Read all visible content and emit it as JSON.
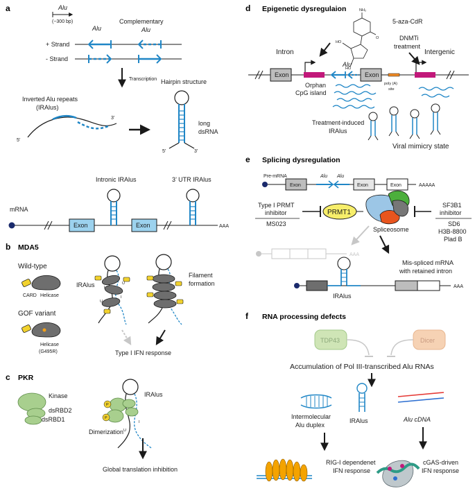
{
  "colors": {
    "alu_blue": "#1f86c6",
    "exon_blue": "#9cd2ee",
    "magenta": "#c2187a",
    "mda5_gray": "#6e6e6e",
    "card_yellow": "#f2d22e",
    "pkr_green": "#a8cf8e",
    "prmt1_yellow": "#f7ee6a",
    "tdp43_green": "#cfe5b6",
    "dicer_peach": "#f6d2b4",
    "rigi_orange": "#f4a300",
    "cgas_teal": "#2e9b86"
  },
  "panel_a": {
    "letter": "a",
    "alu_label": "Alu",
    "alu_length": "(~300 bp)",
    "alu_col": "Alu",
    "complementary_col": "Complementary",
    "complementary_alu": "Alu",
    "plus_strand": "+ Strand",
    "minus_strand": "- Strand",
    "transcription": "Transcription",
    "hairpin_structure": "Hairpin structure",
    "inverted_line1": "Inverted Alu repeats",
    "inverted_line2": "(IRAlus)",
    "prime3": "3’",
    "prime5": "5’",
    "long": "long",
    "dsrna": "dsRNA",
    "hp_5": "5’",
    "hp_3": "3’",
    "intronic": "Intronic IRAlus",
    "utr": "3’ UTR IRAlus",
    "mrna": "mRNA",
    "exon1": "Exon",
    "exon2": "Exon",
    "aaa": "AAA"
  },
  "panel_b": {
    "letter": "b",
    "title": "MDA5",
    "wild_type": "Wild-type",
    "card": "CARD",
    "helicase": "Helicase",
    "gof": "GOF variant",
    "gof_helicase": "Helicase",
    "gof_mut": "(G495R)",
    "iralus": "IRAlus",
    "filament1": "Filament",
    "filament2": "formation",
    "ifn": "Type I IFN response",
    "u1": "U",
    "u2": "U",
    "i1": "I",
    "i2": "I"
  },
  "panel_c": {
    "letter": "c",
    "title": "PKR",
    "kinase": "Kinase",
    "dsrbd2": "dsRBD2",
    "dsrbd1": "dsRBD1",
    "iralus": "IRAlus",
    "dimerization": "Dimerization",
    "p": "P",
    "u": "U",
    "i": "I",
    "translation": "Global translation inhibition"
  },
  "panel_d": {
    "letter": "d",
    "title": "Epigenetic dysregulaion",
    "drug": "5-aza-CdR",
    "dnmti1": "DNMTi",
    "dnmti2": "treatment",
    "intron": "Intron",
    "intergenic": "Intergenic",
    "alu": "Alu",
    "exon1": "Exon",
    "exon2": "Exon",
    "orphan1": "Orphan",
    "orphan2": "CpG island",
    "polya1": "poly (A)",
    "polya2": "site",
    "treatment1": "Treatment-induced",
    "treatment2": "IRAlus",
    "viral": "Viral mimicry state"
  },
  "panel_e": {
    "letter": "e",
    "title": "Splicing dysregulation",
    "premrna": "Pre-mRNA",
    "exon1": "Exon",
    "alu1": "Alu",
    "alu2": "Alu",
    "exon2": "Exon",
    "exon3": "Exon",
    "aaaaa": "AAAAA",
    "prmt_inh1": "Type I PRMT",
    "prmt_inh2": "inhibitor",
    "ms023": "MS023",
    "prmt1": "PRMT1",
    "spliceosome": "Spliceosome",
    "sf3b1_1": "SF3B1",
    "sf3b1_2": "inhibitor",
    "sd6": "SD6",
    "h3b": "H3B-8800",
    "pladb": "Plad B",
    "aaa_dim": "AAA",
    "missp1": "Mis-spliced mRNA",
    "missp2": "with retained intron",
    "iralus": "IRAlus",
    "aaa": "AAA"
  },
  "panel_f": {
    "letter": "f",
    "title": "RNA processing defects",
    "tdp43": "TDP43",
    "dicer": "Dicer",
    "accumulation": "Accumulation of Pol III-transcribed Alu RNAs",
    "inter1": "Intermolecular",
    "inter2": "Alu duplex",
    "iralus": "IRAlus",
    "cdna": "Alu cDNA",
    "rigi1": "RIG-I dependenet",
    "rigi2": "IFN response",
    "cgas1": "cGAS-driven",
    "cgas2": "IFN response"
  }
}
